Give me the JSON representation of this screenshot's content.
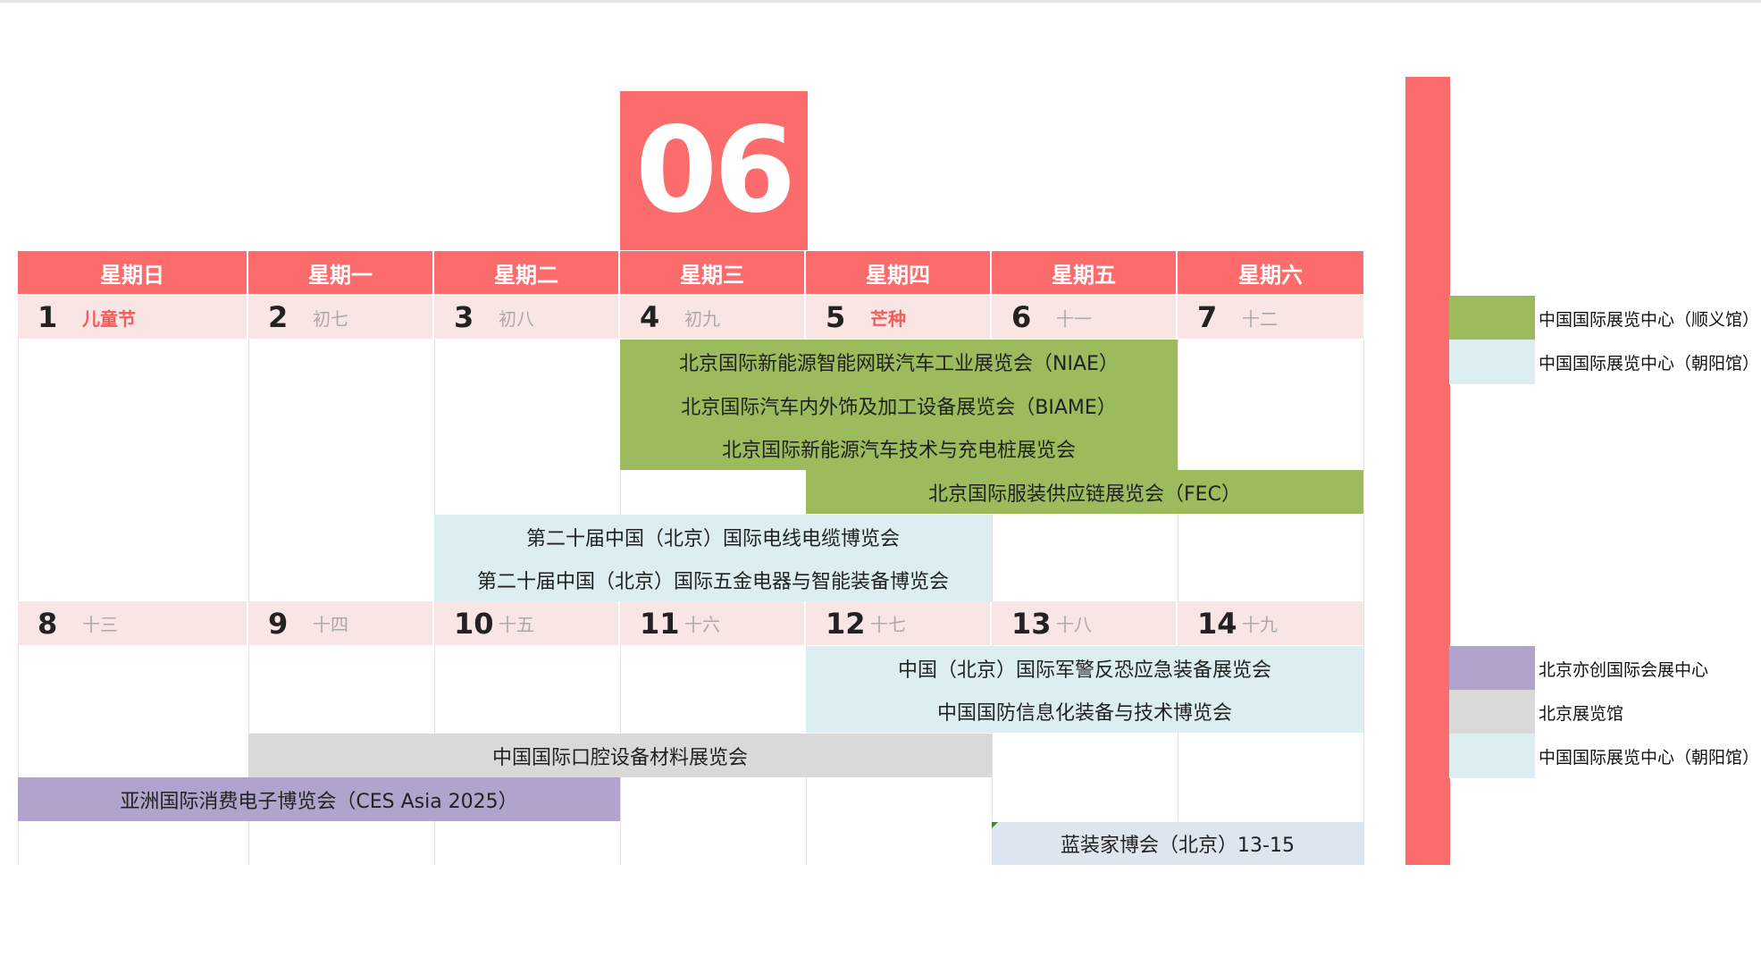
{
  "month": "06",
  "weekdays": [
    "星期日",
    "星期一",
    "星期二",
    "星期三",
    "星期四",
    "星期五",
    "星期六"
  ],
  "week1": [
    {
      "num": "1",
      "sub": "儿童节",
      "highlight": true
    },
    {
      "num": "2",
      "sub": "初七",
      "highlight": false
    },
    {
      "num": "3",
      "sub": "初八",
      "highlight": false
    },
    {
      "num": "4",
      "sub": "初九",
      "highlight": false
    },
    {
      "num": "5",
      "sub": "芒种",
      "highlight": true
    },
    {
      "num": "6",
      "sub": "十一",
      "highlight": false
    },
    {
      "num": "7",
      "sub": "十二",
      "highlight": false
    }
  ],
  "week2": [
    {
      "num": "8",
      "sub": "十三",
      "highlight": false
    },
    {
      "num": "9",
      "sub": "十四",
      "highlight": false
    },
    {
      "num": "10",
      "sub": "十五",
      "highlight": false
    },
    {
      "num": "11",
      "sub": "十六",
      "highlight": false
    },
    {
      "num": "12",
      "sub": "十七",
      "highlight": false
    },
    {
      "num": "13",
      "sub": "十八",
      "highlight": false
    },
    {
      "num": "14",
      "sub": "十九",
      "highlight": false
    }
  ],
  "events": {
    "niae": "北京国际新能源智能网联汽车工业展览会（NIAE）",
    "biame": "北京国际汽车内外饰及加工设备展览会（BIAME）",
    "nev_charging": "北京国际新能源汽车技术与充电桩展览会",
    "fec": "北京国际服装供应链展览会（FEC）",
    "wire_cable": "第二十届中国（北京）国际电线电缆博览会",
    "hardware": "第二十届中国（北京）国际五金电器与智能装备博览会",
    "police": "中国（北京）国际军警反恐应急装备展览会",
    "defense_it": "中国国防信息化装备与技术博览会",
    "dental": "中国国际口腔设备材料展览会",
    "ces_asia": "亚洲国际消费电子博览会（CES Asia 2025）",
    "decoration": "蓝装家博会（北京）13-15"
  },
  "legend": [
    {
      "label": "中国国际展览中心（顺义馆）",
      "color": "#9bbb5c"
    },
    {
      "label": "中国国际展览中心（朝阳馆）",
      "color": "#ddeef3"
    },
    {
      "label": "北京亦创国际会展中心",
      "color": "#b1a3cc"
    },
    {
      "label": "北京展览馆",
      "color": "#d9d9d9"
    },
    {
      "label": "中国国际展览中心（朝阳馆）",
      "color": "#ddeef3"
    }
  ],
  "colors": {
    "accent": "#fc6c6c",
    "day_bg": "#f9e6e4",
    "holiday_text": "#f25c5c"
  }
}
